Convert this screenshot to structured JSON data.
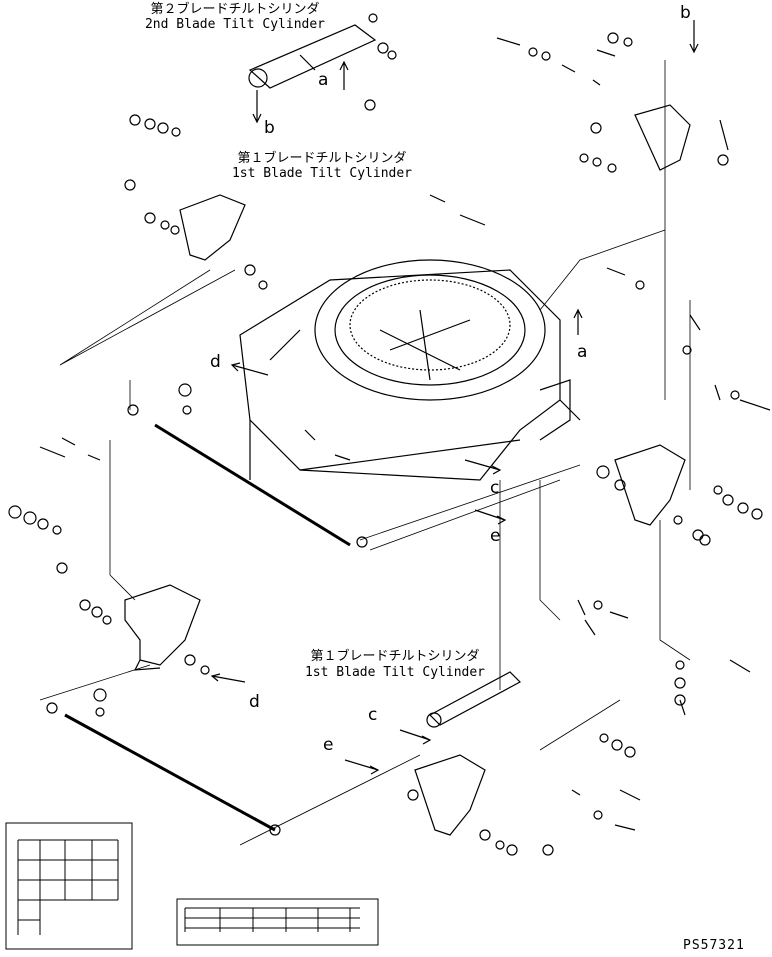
{
  "labels": {
    "cyl2_jp": "第２ブレードチルトシリンダ",
    "cyl2_en": "2nd Blade Tilt Cylinder",
    "cyl1_top_jp": "第１ブレードチルトシリンダ",
    "cyl1_top_en": "1st Blade Tilt Cylinder",
    "cyl1_bot_jp": "第１ブレードチルトシリンダ",
    "cyl1_bot_en": "1st Blade Tilt Cylinder"
  },
  "arrows": {
    "a": "a",
    "b": "b",
    "c": "c",
    "d": "d",
    "e": "e"
  },
  "drawing_code": "PS57321"
}
